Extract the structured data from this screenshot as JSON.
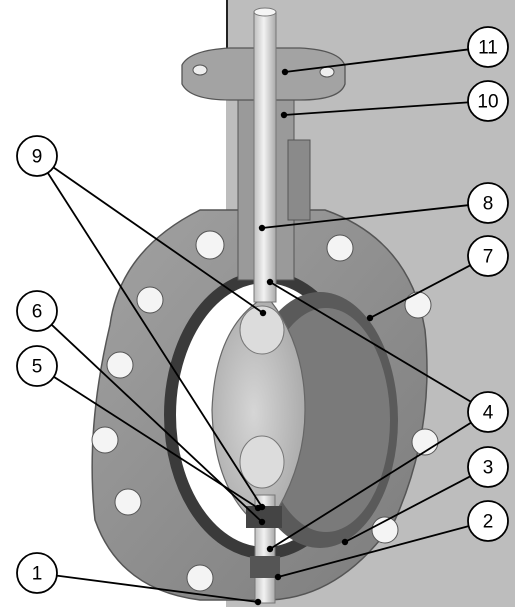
{
  "diagram": {
    "background_panel_color": "#bdbdbd",
    "valve_body_color": "#8f8f8f",
    "disc_color": "#c4c4c4",
    "stem_color": "#d8d8d8",
    "liner_color": "#3a3a3a",
    "callouts": [
      {
        "id": "1",
        "label": "1"
      },
      {
        "id": "2",
        "label": "2"
      },
      {
        "id": "3",
        "label": "3"
      },
      {
        "id": "4",
        "label": "4"
      },
      {
        "id": "5",
        "label": "5"
      },
      {
        "id": "6",
        "label": "6"
      },
      {
        "id": "7",
        "label": "7"
      },
      {
        "id": "8",
        "label": "8"
      },
      {
        "id": "9",
        "label": "9"
      },
      {
        "id": "10",
        "label": "10"
      },
      {
        "id": "11",
        "label": "11"
      }
    ]
  }
}
